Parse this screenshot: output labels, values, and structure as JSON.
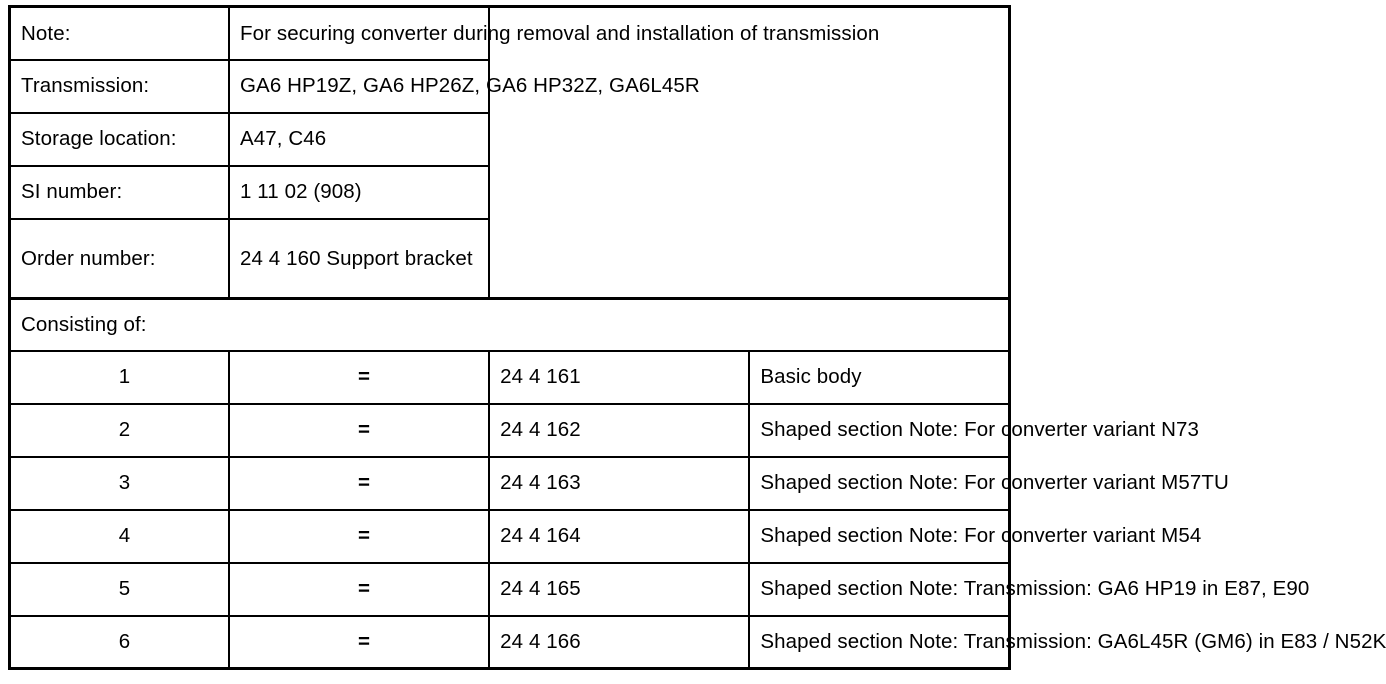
{
  "table": {
    "info_rows": [
      {
        "label": "Note:",
        "value": "For securing converter during removal and installation of transmission"
      },
      {
        "label": "Transmission:",
        "value": "GA6 HP19Z, GA6 HP26Z, GA6 HP32Z, GA6L45R"
      },
      {
        "label": "Storage location:",
        "value": "A47, C46"
      },
      {
        "label": "SI number:",
        "value": "1 11 02 (908)"
      },
      {
        "label": "Order number:",
        "value": "24 4 160\nSupport bracket"
      }
    ],
    "section_label": "Consisting of:",
    "item_columns": [
      "index",
      "equals",
      "part_number",
      "description"
    ],
    "equals_symbol": "=",
    "items": [
      {
        "index": "1",
        "equals": "=",
        "part_number": "24 4 161",
        "description": "Basic body"
      },
      {
        "index": "2",
        "equals": "=",
        "part_number": "24 4 162",
        "description": "Shaped section Note: For converter variant N73"
      },
      {
        "index": "3",
        "equals": "=",
        "part_number": "24 4 163",
        "description": "Shaped section Note: For converter variant M57TU"
      },
      {
        "index": "4",
        "equals": "=",
        "part_number": "24 4 164",
        "description": "Shaped section Note: For converter variant M54"
      },
      {
        "index": "5",
        "equals": "=",
        "part_number": "24 4 165",
        "description": "Shaped section Note: Transmission: GA6 HP19 in E87, E90"
      },
      {
        "index": "6",
        "equals": "=",
        "part_number": "24 4 166",
        "description": "Shaped section Note: Transmission: GA6L45R (GM6) in E83 / N52K"
      }
    ]
  },
  "colors": {
    "border": "#000000",
    "text": "#000000",
    "background": "#ffffff"
  }
}
